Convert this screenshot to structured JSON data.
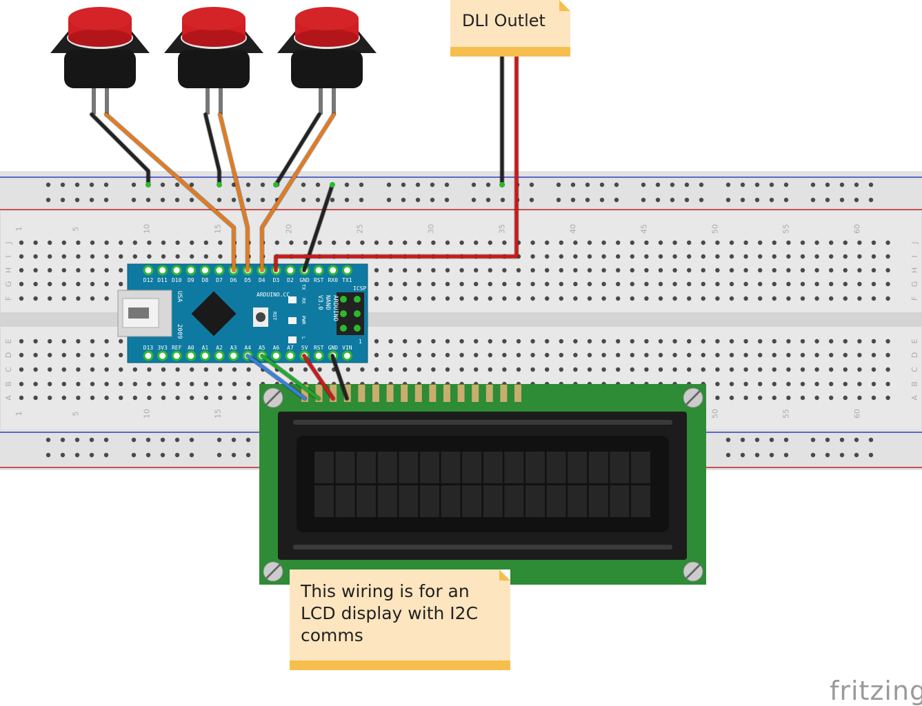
{
  "notes": {
    "dli": "DLI Outlet",
    "lcd": "This wiring is for an LCD display with I2C comms"
  },
  "logo": "fritzing",
  "breadboard": {
    "column_numbers": [
      "1",
      "5",
      "10",
      "15",
      "20",
      "25",
      "30",
      "35",
      "40",
      "45",
      "50",
      "55",
      "60"
    ],
    "rows_top": [
      "J",
      "I",
      "H",
      "G",
      "F"
    ],
    "rows_bottom": [
      "E",
      "D",
      "C",
      "B",
      "A"
    ]
  },
  "arduino": {
    "top_pins": [
      "D12",
      "D11",
      "D10",
      "D9",
      "D8",
      "D7",
      "D6",
      "D5",
      "D4",
      "D3",
      "D2",
      "GND",
      "RST",
      "RX0",
      "TX1"
    ],
    "bottom_pins": [
      "D13",
      "3V3",
      "REF",
      "A0",
      "A1",
      "A2",
      "A3",
      "A4",
      "A5",
      "A6",
      "A7",
      "5V",
      "RST",
      "GND",
      "VIN"
    ],
    "labels": {
      "usa": "USA",
      "year": "2009",
      "brand": "ARDUINO.CC",
      "rst": "RST",
      "tx": "TX",
      "rx": "RX",
      "pwr": "PWR",
      "l": "L",
      "icsp": "ICSP",
      "icsp1": "1",
      "model": [
        "ARDUINO",
        "NANO",
        "V3.0"
      ]
    }
  },
  "colors": {
    "board": "#0f7aa1",
    "lcd_pcb": "#2e8b36",
    "wire_black": "#222222",
    "wire_orange": "#e27b1f",
    "wire_red": "#c91919",
    "wire_green": "#23a82e",
    "wire_blue": "#3a7fd6",
    "button_cap": "#d01e22"
  },
  "icons": [
    "pushbutton-1",
    "pushbutton-2",
    "pushbutton-3",
    "usb-connector",
    "chip",
    "reset-button",
    "screw"
  ]
}
